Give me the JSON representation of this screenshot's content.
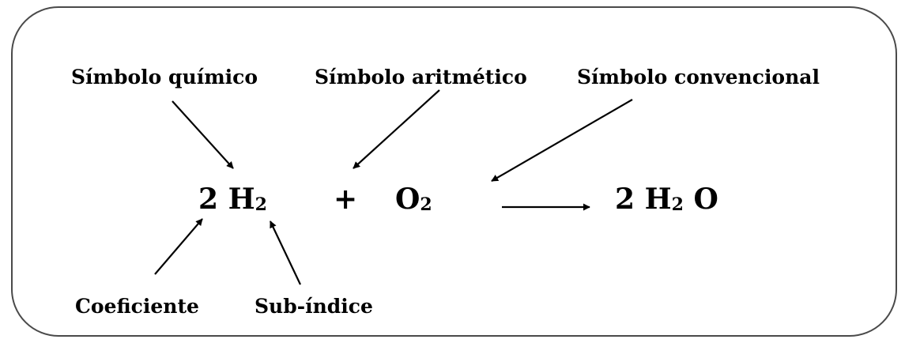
{
  "labels": {
    "chemical_symbol": "Símbolo químico",
    "arithmetic_symbol": "Símbolo aritmético",
    "conventional_symbol": "Símbolo convencional",
    "coefficient": "Coeficiente",
    "subindex": "Sub-índice"
  },
  "equation": {
    "reactant1_coef": "2",
    "reactant1_symbol": "H",
    "reactant1_sub": "2",
    "plus": "+",
    "reactant2_symbol": "O",
    "reactant2_sub": "2",
    "product_coef": "2",
    "product_symbol1": "H",
    "product_sub": "2",
    "product_symbol2": "O"
  }
}
